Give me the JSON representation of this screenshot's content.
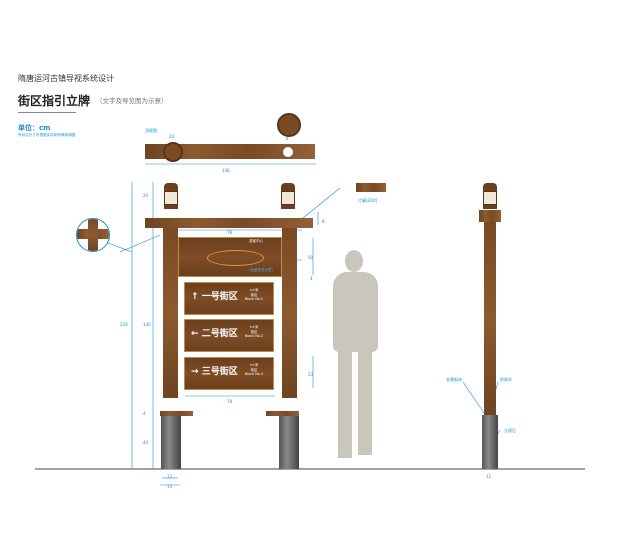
{
  "header": {
    "subtitle": "隋唐运河古镇导视系统设计",
    "title": "街区指引立牌",
    "title_note": "（文字及导览图为示意）"
  },
  "units": {
    "label": "单位：cm",
    "note": "所标注尺寸可根据实际制作略有调整"
  },
  "top_view": {
    "label": "顶视图",
    "dim_lamp": "20",
    "dim_hole": "8",
    "dim_length": "136"
  },
  "callouts": {
    "led": "片匾LED灯",
    "metal": "金属板饰",
    "wood": "防腐木",
    "marble": "大理石"
  },
  "map_panel": {
    "title": "游客中心",
    "caption": "（全景导览示意）"
  },
  "signs": [
    {
      "arrow": "↑",
      "name": "一号街区",
      "small": [
        "××米",
        "街区",
        "Block No.1"
      ]
    },
    {
      "arrow": "←",
      "name": "二号街区",
      "small": [
        "××米",
        "街区",
        "Block No.2"
      ]
    },
    {
      "arrow": "→",
      "name": "三号街区",
      "small": [
        "××米",
        "街区",
        "Block No.3"
      ]
    }
  ],
  "dims": {
    "total_height": "228",
    "lamp": "20",
    "beam": "8",
    "inner_width": "78",
    "map_height": "50",
    "gap": "4",
    "post_height": "140",
    "sign_height": "23",
    "sign_width": "78",
    "base_gap": "4",
    "base_height": "40",
    "post_width": "12",
    "base_width": "15",
    "side_width": "12"
  },
  "colors": {
    "dimension": "#1a8fd0",
    "wood": "#8c5a2e",
    "stone": "#777777"
  }
}
